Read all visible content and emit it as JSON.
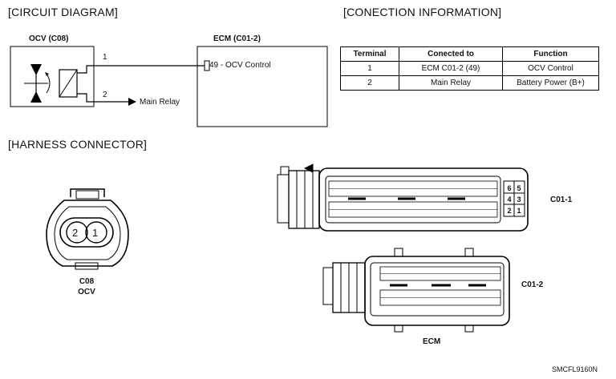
{
  "titles": {
    "circuit": "[CIRCUIT DIAGRAM]",
    "connection": "[CONECTION INFORMATION]",
    "harness": "[HARNESS CONNECTOR]"
  },
  "circuit": {
    "ocv_label": "OCV (C08)",
    "ecm_label": "ECM (C01-2)",
    "pin1": "1",
    "pin2": "2",
    "ecm_pin": "49 - OCV Control",
    "main_relay": "Main Relay"
  },
  "table": {
    "headers": [
      "Terminal",
      "Conected to",
      "Function"
    ],
    "rows": [
      [
        "1",
        "ECM C01-2 (49)",
        "OCV Control"
      ],
      [
        "2",
        "Main Relay",
        "Battery Power (B+)"
      ]
    ]
  },
  "connectors": {
    "c08_line1": "C08",
    "c08_line2": "OCV",
    "c08_pin_left": "2",
    "c08_pin_right": "1",
    "c011_label": "C01-1",
    "c012_label": "C01-2",
    "ecm_label": "ECM",
    "c011_side_pins": [
      "6",
      "5",
      "4",
      "3",
      "2",
      "1"
    ]
  },
  "footer": "SMCFL9160N"
}
